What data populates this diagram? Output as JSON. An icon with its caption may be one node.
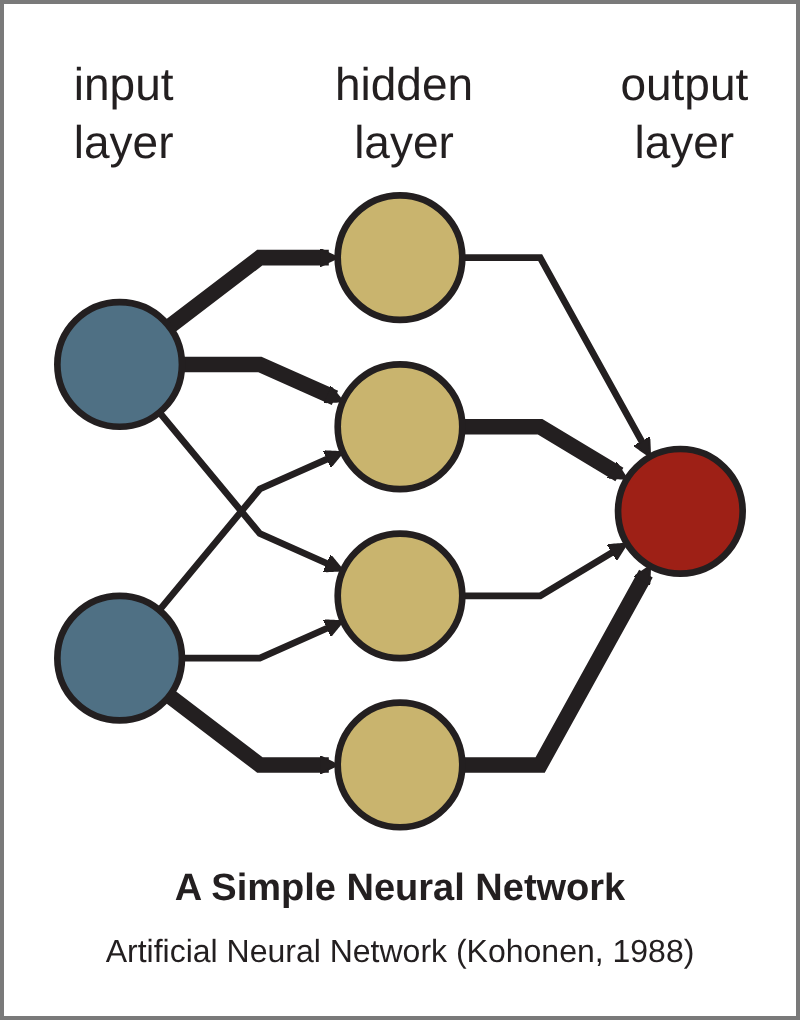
{
  "diagram": {
    "title": "A Simple Neural Network",
    "caption": "Artificial Neural Network (Kohonen, 1988)",
    "nodes": [
      {
        "text": [],
        "shape": "circle"
      },
      {
        "text": [],
        "shape": "circle"
      },
      {
        "text": [],
        "shape": "circle"
      },
      {
        "text": [],
        "shape": "circle"
      },
      {
        "text": [],
        "shape": "circle"
      },
      {
        "text": [],
        "shape": "circle"
      },
      {
        "text": [],
        "shape": "circle"
      }
    ],
    "edges": [
      {
        "from": 0,
        "to": 2,
        "arrow": "to",
        "style": "thick"
      },
      {
        "from": 0,
        "to": 3,
        "arrow": "to",
        "style": "thick"
      },
      {
        "from": 0,
        "to": 4,
        "arrow": "to"
      },
      {
        "from": 1,
        "to": 3,
        "arrow": "to"
      },
      {
        "from": 1,
        "to": 4,
        "arrow": "to"
      },
      {
        "from": 1,
        "to": 5,
        "arrow": "to",
        "style": "thick"
      },
      {
        "from": 2,
        "to": 6,
        "arrow": "to"
      },
      {
        "from": 3,
        "to": 6,
        "arrow": "to",
        "style": "thick"
      },
      {
        "from": 4,
        "to": 6,
        "arrow": "to"
      },
      {
        "from": 5,
        "to": 6,
        "arrow": "to",
        "style": "thick"
      }
    ],
    "labels": [
      "input layer",
      "hidden layer",
      "output layer"
    ]
  }
}
